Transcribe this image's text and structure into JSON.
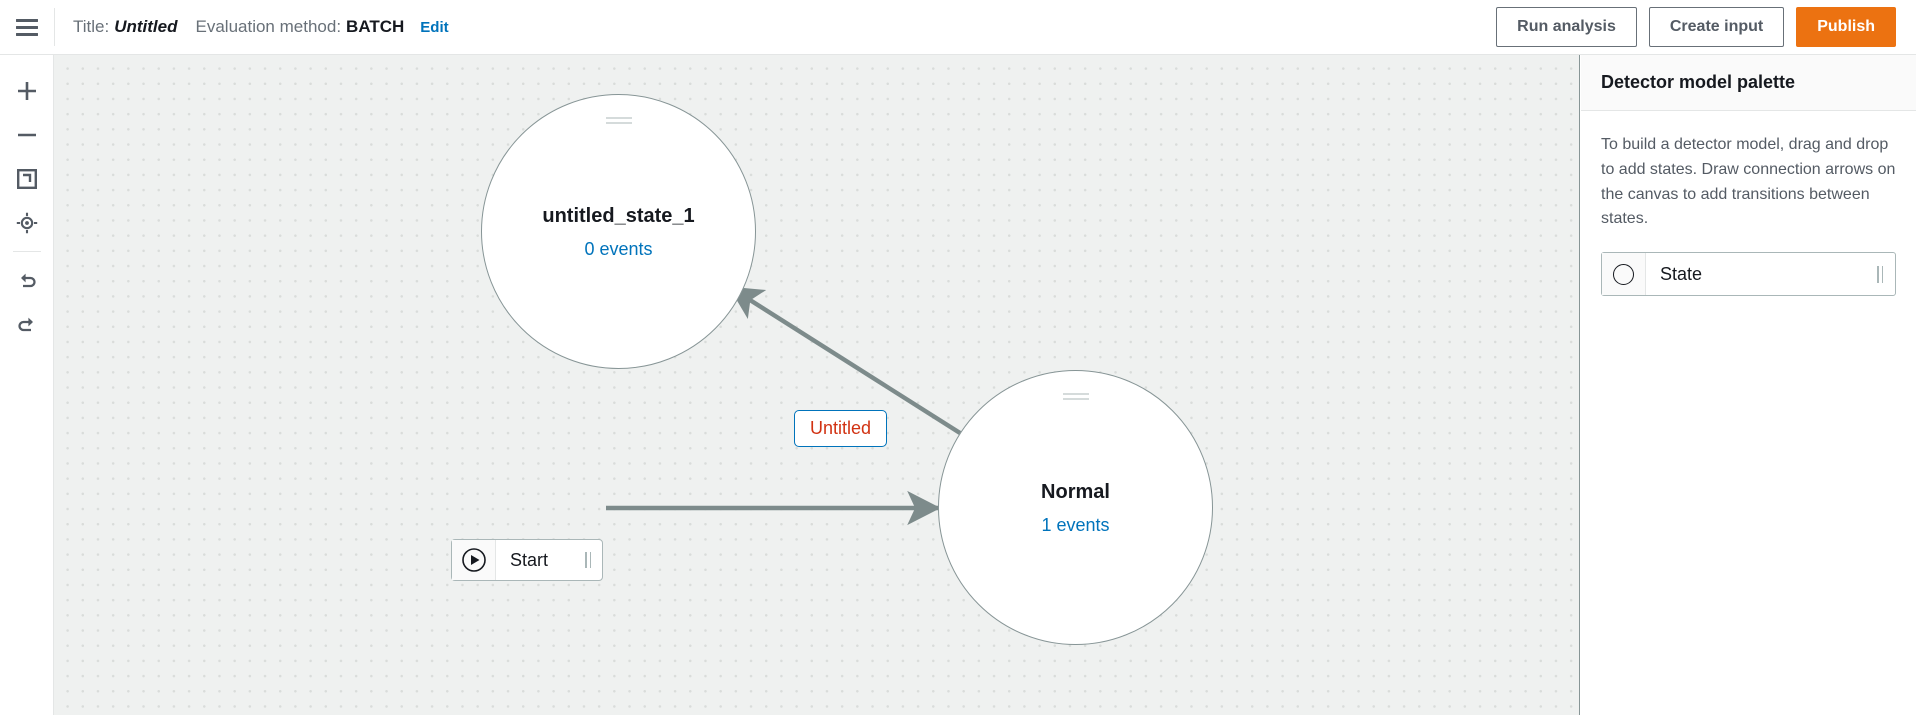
{
  "header": {
    "menu_icon": "hamburger-icon",
    "title_label": "Title:",
    "title_value": "Untitled",
    "eval_label": "Evaluation method:",
    "eval_value": "BATCH",
    "edit_link": "Edit",
    "buttons": [
      {
        "label": "Run analysis",
        "style": "secondary"
      },
      {
        "label": "Create input",
        "style": "secondary"
      },
      {
        "label": "Publish",
        "style": "primary"
      }
    ]
  },
  "toolbar": {
    "items": [
      {
        "name": "zoom-in-icon",
        "title": "Zoom in"
      },
      {
        "name": "zoom-out-icon",
        "title": "Zoom out"
      },
      {
        "name": "fit-to-screen-icon",
        "title": "Fit to screen"
      },
      {
        "name": "center-target-icon",
        "title": "Center"
      },
      {
        "name": "undo-icon",
        "title": "Undo"
      },
      {
        "name": "redo-icon",
        "title": "Redo"
      }
    ]
  },
  "canvas": {
    "states": [
      {
        "name": "untitled_state_1",
        "events": "0 events"
      },
      {
        "name": "Normal",
        "events": "1 events"
      }
    ],
    "start_node": {
      "label": "Start",
      "icon": "play-circle-icon"
    },
    "transitions": [
      {
        "label": "Untitled"
      }
    ]
  },
  "sidebar": {
    "title": "Detector model palette",
    "description": "To build a detector model, drag and drop to add states. Draw connection arrows on the canvas to add transitions between states.",
    "palette_items": [
      {
        "label": "State",
        "icon": "circle-icon"
      }
    ]
  },
  "colors": {
    "accent_orange": "#ec7211",
    "link_blue": "#0073bb",
    "transition_text": "#d13212",
    "edge_gray": "#7d8b8b",
    "canvas_bg": "#eff1f0"
  }
}
